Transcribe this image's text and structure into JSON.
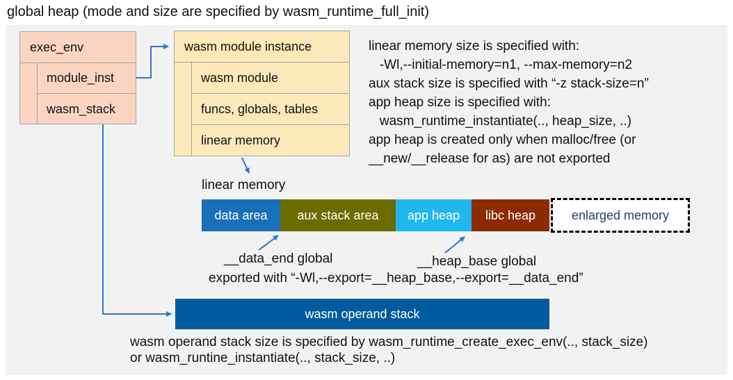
{
  "title": "global heap (mode and size are specified by wasm_runtime_full_init)",
  "exec_env_box": {
    "header": "exec_env",
    "cells": {
      "0": "module_inst",
      "1": "wasm_stack"
    }
  },
  "module_instance_box": {
    "header": "wasm module instance",
    "cells": {
      "0": "wasm module",
      "1": "funcs, globals, tables",
      "2": "linear memory"
    }
  },
  "notes_right": "linear memory size is specified with:\n   -Wl,--initial-memory=n1, --max-memory=n2\naux stack size is specified with “-z stack-size=n”\napp heap size is specified with:\n   wasm_runtime_instantiate(.., heap_size, ..)\napp heap is created only when malloc/free (or\n__new/__release for as) are not exported",
  "linear_memory": {
    "label": "linear memory",
    "segments": {
      "0": {
        "label": "data area",
        "color": "#1a70b8"
      },
      "1": {
        "label": "aux stack area",
        "color": "#6b6c00"
      },
      "2": {
        "label": "app heap",
        "color": "#1fb8ec"
      },
      "3": {
        "label": "libc heap",
        "color": "#8a2b00"
      },
      "4": {
        "label": "enlarged memory",
        "color": "#ffffff",
        "text_color": "#1f3f68",
        "border": "dashed"
      }
    },
    "data_end_annotation": "__data_end global",
    "heap_base_annotation": "__heap_base global",
    "export_note": "exported with “-Wl,--export=__heap_base,--export=__data_end”"
  },
  "operand_stack": {
    "label": "wasm operand stack",
    "color": "#005a9e",
    "note": "wasm operand stack size is specified by wasm_runtime_create_exec_env(.., stack_size)\nor wasm_runtine_instantiate(.., stack_size, ..)"
  },
  "colors": {
    "panel_bg": "#f2f2f2",
    "box_pink": "#fbd4c2",
    "box_cream": "#fce9ba",
    "box_border": "#a6a6a6",
    "arrow_blue": "#2e75c8"
  }
}
